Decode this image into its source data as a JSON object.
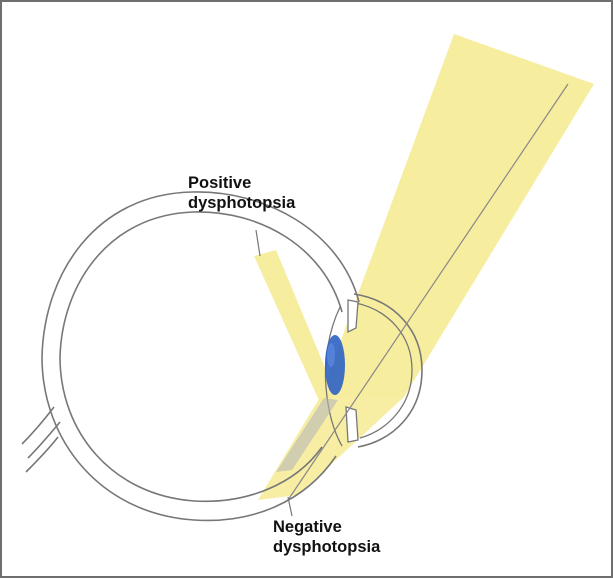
{
  "labels": {
    "positive_line1": "Positive",
    "positive_line2": "dysphotopsia",
    "negative_line1": "Negative",
    "negative_line2": "dysphotopsia"
  },
  "colors": {
    "light_beam": "#f6ec9a",
    "lens": "#2f62c4",
    "outline": "#777777",
    "frame_border": "#6f6f6f"
  }
}
